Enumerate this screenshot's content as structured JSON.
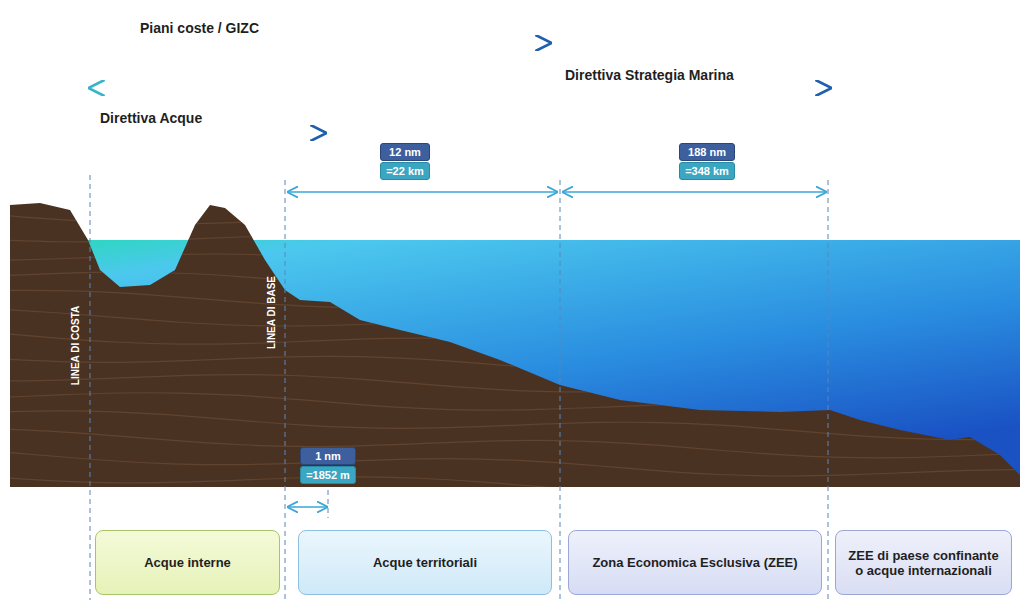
{
  "diagram": {
    "nodes": [
      {
        "text": [
          "12 nm",
          "=22 km"
        ]
      },
      {
        "text": [
          "188 nm",
          "=348 km"
        ]
      },
      {
        "text": [
          "1 nm",
          "=1852 m"
        ]
      },
      {
        "text": [
          "Acque interne"
        ]
      },
      {
        "text": [
          "Acque territoriali"
        ]
      },
      {
        "text": [
          "Zona Economica Esclusiva (ZEE)"
        ]
      },
      {
        "text": [
          "ZEE di paese confinante o acque internazionali"
        ]
      }
    ],
    "labels": [
      "Piani coste / GIZC",
      "Direttiva Strategia Marina",
      "Direttiva Acque",
      "LINEA DI COSTA",
      "LINEA DI BASE"
    ]
  }
}
